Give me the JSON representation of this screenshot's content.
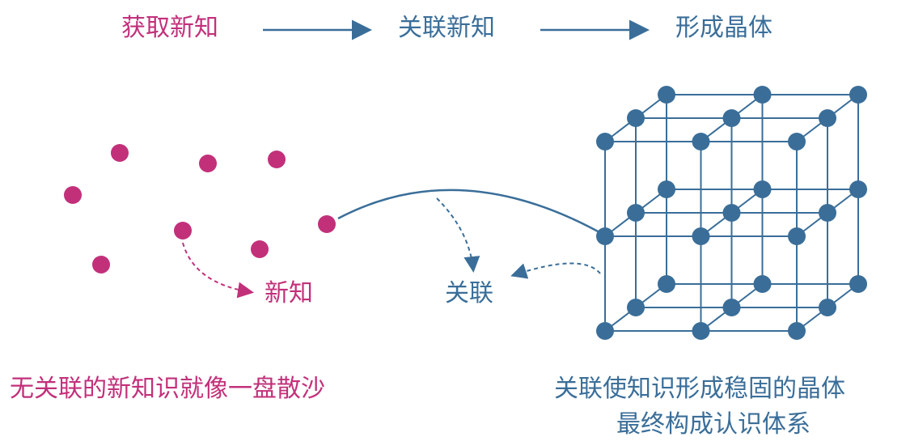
{
  "header": {
    "step1": "获取新知",
    "step2": "关联新知",
    "step3": "形成晶体"
  },
  "annotations": {
    "new_knowledge": "新知",
    "association": "关联"
  },
  "captions": {
    "left": "无关联的新知识就像一盘散沙",
    "right_line1": "关联使知识形成稳固的晶体",
    "right_line2": "最终构成认识体系"
  },
  "colors": {
    "pink": "#c2307a",
    "blue": "#3a6e99"
  }
}
